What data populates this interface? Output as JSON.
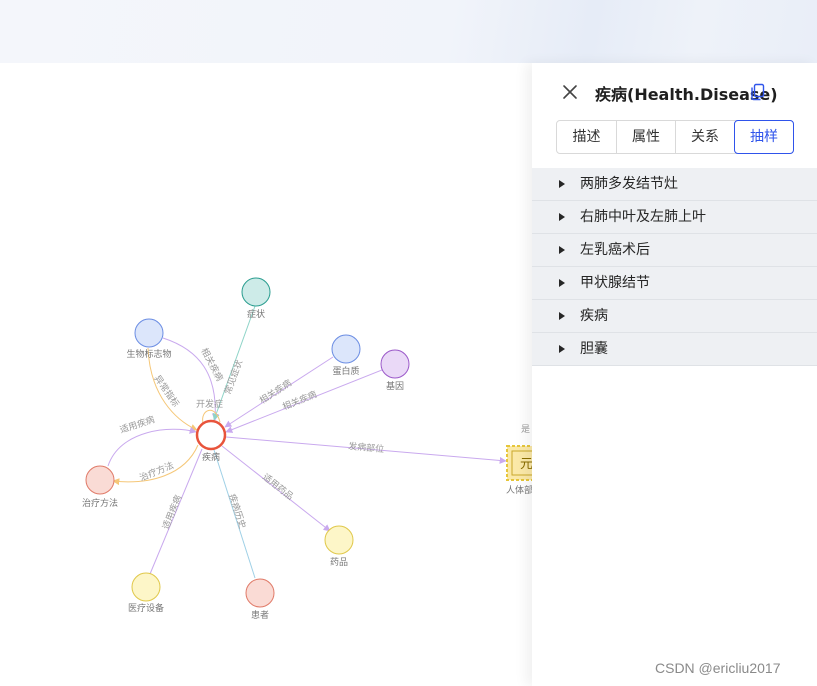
{
  "graph": {
    "center": {
      "label": "疾病"
    },
    "nodes": [
      {
        "id": "symptom",
        "label": "症状",
        "color": "#cdebe8",
        "stroke": "#2a9d8f"
      },
      {
        "id": "biomarker",
        "label": "生物标志物",
        "color": "#dce6fb",
        "stroke": "#6b8de3"
      },
      {
        "id": "protein",
        "label": "蛋白质",
        "color": "#dce6fb",
        "stroke": "#6b8de3"
      },
      {
        "id": "gene",
        "label": "基因",
        "color": "#ead9f7",
        "stroke": "#9b59c9"
      },
      {
        "id": "treatment",
        "label": "治疗方法",
        "color": "#fadbd5",
        "stroke": "#e07a68"
      },
      {
        "id": "drug",
        "label": "药品",
        "color": "#fdf6c8",
        "stroke": "#e0c84a"
      },
      {
        "id": "device",
        "label": "医疗设备",
        "color": "#fdf6c8",
        "stroke": "#e0c84a"
      },
      {
        "id": "patient",
        "label": "患者",
        "color": "#fadbd5",
        "stroke": "#e07a68"
      },
      {
        "id": "body",
        "label": "人体部",
        "box_text": "元",
        "color": "#fbe9a8",
        "stroke": "#e6c63a"
      }
    ],
    "edges": [
      {
        "label": "相关疾病",
        "color": "#c9a9ee"
      },
      {
        "label": "常见症状",
        "color": "#8fd4c8"
      },
      {
        "label": "异常指标",
        "color": "#f5c778"
      },
      {
        "label": "开发症",
        "color": "#f5c778"
      },
      {
        "label": "相关疾病",
        "color": "#c9a9ee"
      },
      {
        "label": "相关疾病",
        "color": "#c9a9ee"
      },
      {
        "label": "适用疾病",
        "color": "#c9a9ee"
      },
      {
        "label": "治疗方法",
        "color": "#f5c778"
      },
      {
        "label": "发病部位",
        "color": "#c9a9ee"
      },
      {
        "label": "适用药品",
        "color": "#c9a9ee"
      },
      {
        "label": "适用疾病",
        "color": "#c9a9ee"
      },
      {
        "label": "疾病历史",
        "color": "#9fd0e6"
      }
    ],
    "partial_label": "是"
  },
  "panel": {
    "title": "疾病(Health.Disease)",
    "close_icon": "close-icon",
    "copy_icon": "copy-icon",
    "tabs": [
      {
        "label": "描述",
        "active": false
      },
      {
        "label": "属性",
        "active": false
      },
      {
        "label": "关系",
        "active": false
      },
      {
        "label": "抽样",
        "active": true
      }
    ],
    "samples": [
      "两肺多发结节灶",
      "右肺中叶及左肺上叶",
      "左乳癌术后",
      "甲状腺结节",
      "疾病",
      "胆囊"
    ]
  },
  "watermark": "CSDN @ericliu2017"
}
